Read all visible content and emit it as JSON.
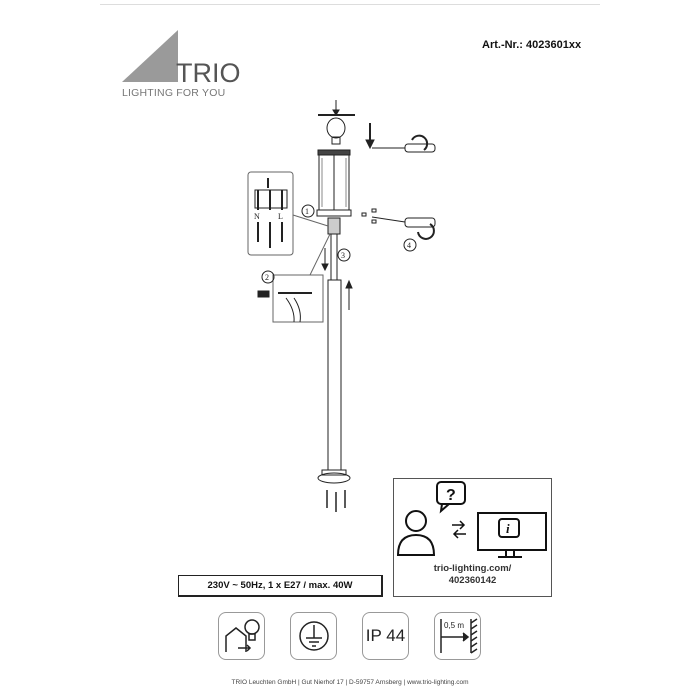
{
  "brand": {
    "name": "TRIO",
    "tagline": "LIGHTING FOR YOU"
  },
  "article_number": "Art.-Nr.: 4023601xx",
  "diagram": {
    "step_labels": [
      "1",
      "2",
      "3",
      "4"
    ],
    "terminal_labels": [
      "N",
      "L"
    ]
  },
  "info_box": {
    "url_line1": "trio-lighting.com/",
    "url_line2": "402360142"
  },
  "spec": "230V ~ 50Hz, 1 x E27 / max. 40W",
  "icons": [
    {
      "name": "indoor-outdoor-bulb-icon"
    },
    {
      "name": "protective-earth-icon"
    },
    {
      "name": "ip-rating-icon",
      "label": "IP 44"
    },
    {
      "name": "min-distance-icon",
      "label": "0,5 m"
    }
  ],
  "footer": "TRIO Leuchten GmbH  |  Gut Nierhof 17  |  D-59757 Arnsberg  |  www.trio-lighting.com"
}
